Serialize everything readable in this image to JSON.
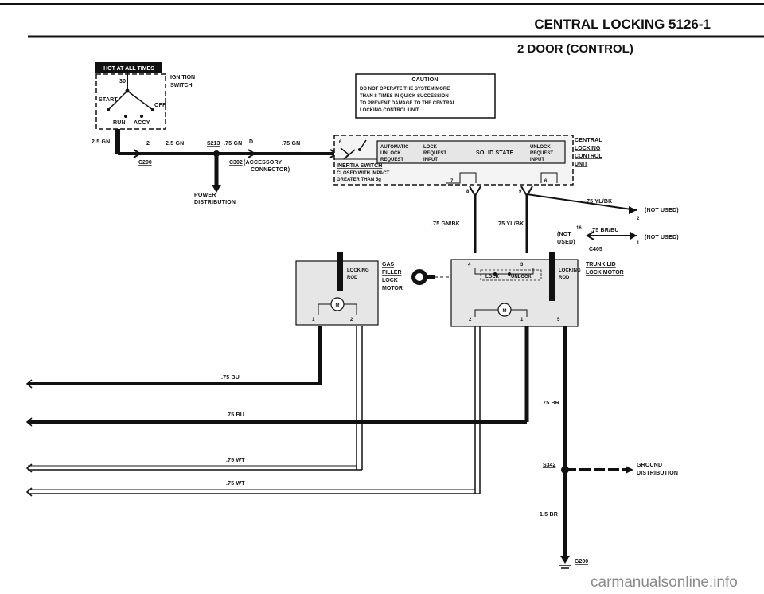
{
  "header": {
    "title": "CENTRAL LOCKING  5126-1",
    "subtitle": "2 DOOR (CONTROL)"
  },
  "ignition": {
    "badge": "HOT AT ALL TIMES",
    "terminal": "30",
    "switch_label": "IGNITION",
    "switch_label2": "SWITCH",
    "pos_start": "START",
    "pos_off": "OFF",
    "pos_run": "RUN",
    "pos_accy": "ACCY"
  },
  "caution": {
    "title": "CAUTION",
    "lines": [
      "DO NOT OPERATE THE SYSTEM MORE",
      "THAN 8 TIMES IN QUICK SUCCESSION",
      "TO PREVENT DAMAGE TO THE CENTRAL",
      "LOCKING CONTROL UNIT."
    ]
  },
  "wires": {
    "w_2_5gn_left": "2.5 GN",
    "pin_2": "2",
    "w_2_5gn": "2.5 GN",
    "s213": "S213",
    "w_75gn_a": ".75 GN",
    "pin_d": "D",
    "w_75gn_b": ".75 GN",
    "c200": "C200",
    "c302": "C302",
    "c302_desc1": "(ACCESSORY",
    "c302_desc2": "CONNECTOR)",
    "power1": "POWER",
    "power2": "DISTRIBUTION",
    "w_75ylbk_a": ".75 YL/BK",
    "w_75gnbk": ".75 GN/BK",
    "w_75ylbk_b": ".75 YL/BK",
    "not_used_1": "(NOT USED)",
    "not_used_2": "(NOT USED)",
    "not_used_c1": "(NOT",
    "not_used_c2": "USED)",
    "pin_16": "16",
    "w_75brbu": ".75 BR/BU",
    "pin_2b": "2",
    "pin_1b": "1",
    "c405": "C405",
    "bu1": ".75 BU",
    "bu2": ".75 BU",
    "wt1": ".75 WT",
    "wt2": ".75 WT",
    "br75": ".75 BR",
    "br15": "1.5 BR",
    "s342": "S342",
    "ground1": "GROUND",
    "ground2": "DISTRIBUTION",
    "g200": "G200"
  },
  "control_unit": {
    "pin_6": "6",
    "pin_8": "8",
    "pin_9": "9",
    "pin_7": "7",
    "pin_6b": "6",
    "inertia": "INERTIA SWITCH",
    "closed1": "CLOSED WITH IMPACT",
    "closed2": "GREATER THAN 5g",
    "auto1": "AUTOMATIC",
    "auto2": "UNLOCK",
    "auto3": "REQUEST",
    "lock1": "LOCK",
    "lock2": "REQUEST",
    "lock3": "INPUT",
    "solid": "SOLID STATE",
    "unlock1": "UNLOCK",
    "unlock2": "REQUEST",
    "unlock3": "INPUT",
    "name1": "CENTRAL",
    "name2": "LOCKING",
    "name3": "CONTROL",
    "name4": "UNIT"
  },
  "gas_motor": {
    "rod1": "LOCKING",
    "rod2": "ROD",
    "name1": "GAS",
    "name2": "FILLER",
    "name3": "LOCK",
    "name4": "MOTOR",
    "pin1": "1",
    "pin2": "2",
    "m": "M"
  },
  "trunk_motor": {
    "pin4": "4",
    "pin3": "3",
    "lock": "LOCK",
    "unlock": "UNLOCK",
    "rod1": "LOCKING",
    "rod2": "ROD",
    "name1": "TRUNK LID",
    "name2": "LOCK MOTOR",
    "pin2": "2",
    "pin1": "1",
    "pin5": "5",
    "m": "M"
  },
  "watermark": "carmanualsonline.info"
}
